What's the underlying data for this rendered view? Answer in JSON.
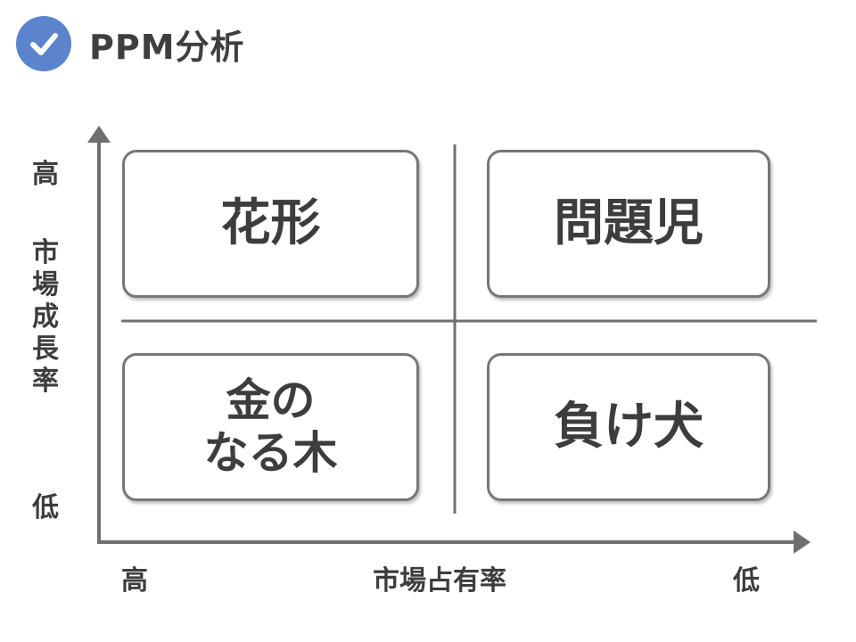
{
  "header": {
    "title": "PPM分析",
    "icon": "check-circle-icon",
    "icon_color": "#5b84cc"
  },
  "axes": {
    "y_high": "高",
    "y_low": "低",
    "y_title": "市場成長率",
    "x_high": "高",
    "x_low": "低",
    "x_title": "市場占有率",
    "color": "#6f6f6f"
  },
  "quadrants": {
    "top_left": "花形",
    "top_right": "問題児",
    "bottom_left": "金の\nなる木",
    "bottom_right": "負け犬"
  }
}
